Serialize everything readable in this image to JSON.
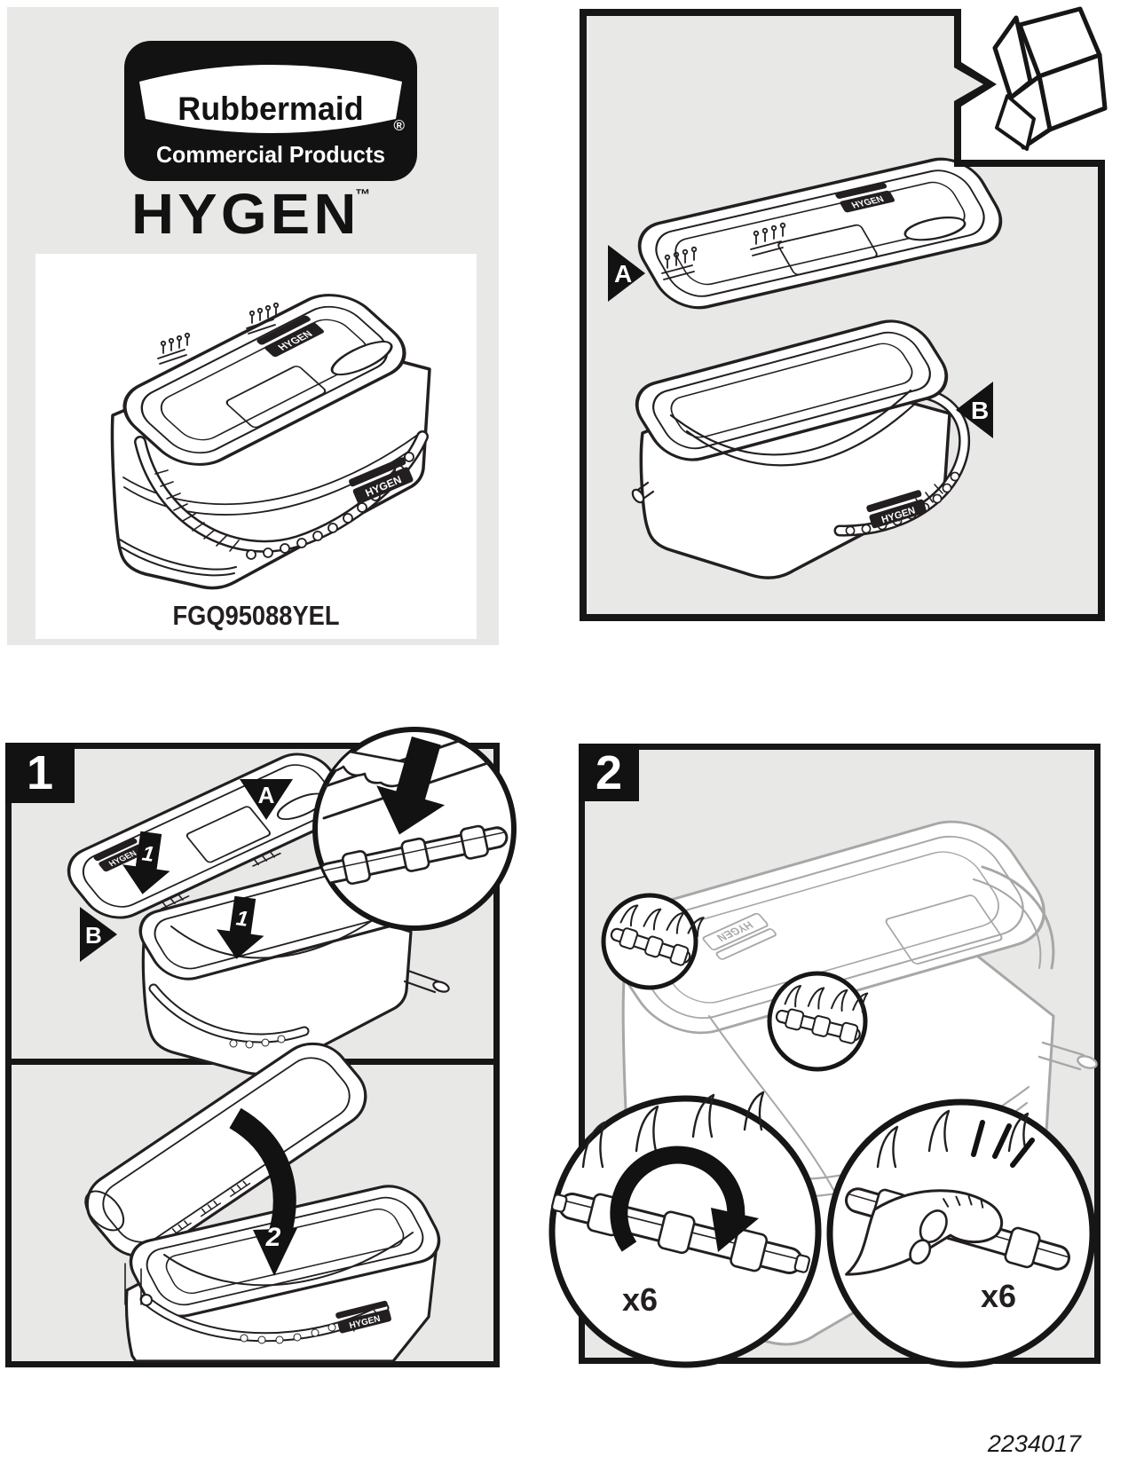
{
  "colors": {
    "page_bg": "#ffffff",
    "panel_bg": "#e8e8e7",
    "ink": "#231f20",
    "light_ink": "#a8a7a7",
    "badge_bg": "#121212"
  },
  "branding": {
    "brand": "Rubbermaid",
    "registered": "®",
    "division": "Commercial Products",
    "product_line": "HYGEN",
    "trademark": "™"
  },
  "product": {
    "model_code": "FGQ95088YEL"
  },
  "unpack_panel": {
    "lid_label": "A",
    "bucket_label": "B"
  },
  "step1": {
    "number": "1",
    "lid_label": "A",
    "bucket_label": "B",
    "attach_arrow_label": "1",
    "close_arrow_label": "2"
  },
  "step2": {
    "number": "2",
    "rotate_repeat": "x6",
    "cut_repeat": "x6"
  },
  "labels_on_product": {
    "lid_logo": "HYGEN"
  },
  "footer": {
    "doc_number": "2234017"
  }
}
